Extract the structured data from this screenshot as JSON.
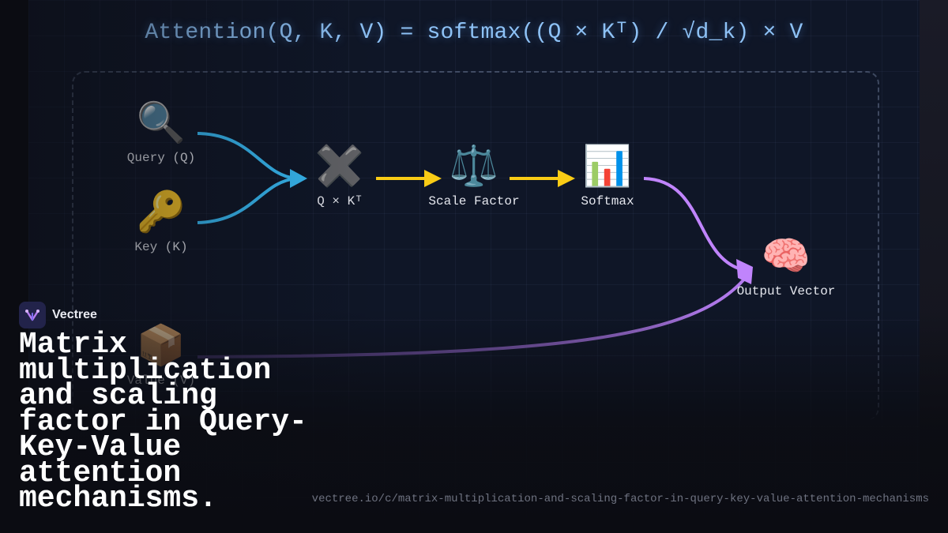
{
  "formula": "Attention(Q, K, V) = softmax((Q × Kᵀ) / √d_k) × V",
  "nodes": {
    "query": {
      "icon": "🔍",
      "label": "Query (Q)"
    },
    "key": {
      "icon": "🔑",
      "label": "Key (K)"
    },
    "value": {
      "icon": "📦",
      "label": "Value (V)"
    },
    "qk": {
      "icon": "✖️",
      "label": "Q × Kᵀ"
    },
    "scale": {
      "icon": "⚖️",
      "label": "Scale Factor"
    },
    "softmax": {
      "icon": "📊",
      "label": "Softmax"
    },
    "output": {
      "icon": "🧠",
      "label": "Output Vector"
    }
  },
  "brand": {
    "name": "Vectree"
  },
  "headline": "Matrix multiplication and scaling factor in Query-Key-Value attention mechanisms.",
  "url": "vectree.io/c/matrix-multiplication-and-scaling-factor-in-query-key-value-attention-mechanisms",
  "colors": {
    "query_key_arrow": "#38bdf8",
    "pipeline_arrow": "#facc15",
    "output_arrow": "#c084fc",
    "value_arrow": "#6d4aa0",
    "formula": "#8ec2f6"
  }
}
